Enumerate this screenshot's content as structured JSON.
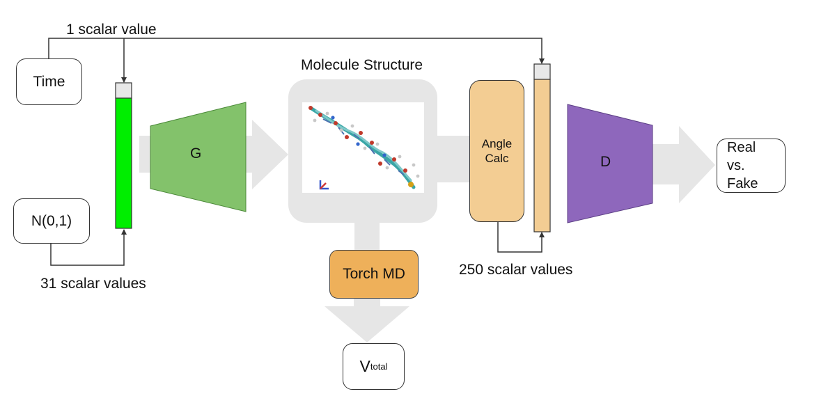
{
  "inputs": {
    "time_label": "Time",
    "noise_label": "N(0,1)",
    "time_scalar_label": "1 scalar value",
    "noise_scalar_label": "31 scalar values"
  },
  "generator": {
    "label": "G"
  },
  "molecule": {
    "title": "Molecule Structure"
  },
  "angle_calc": {
    "line1": "Angle",
    "line2": "Calc"
  },
  "angle_scalar_label": "250 scalar values",
  "discriminator": {
    "label": "D"
  },
  "output": {
    "line1": "Real",
    "line2": "vs.",
    "line3": "Fake"
  },
  "torch_md": {
    "label": "Torch MD"
  },
  "energy": {
    "symbol": "V",
    "subscript": "total"
  },
  "colors": {
    "generator_fill": "#83c26b",
    "generator_vector_fill": "#00ee00",
    "discriminator_fill": "#8e67bc",
    "angle_fill": "#f3cd93",
    "torch_fill": "#eeb05a",
    "flow_arrow": "#e6e6e6"
  }
}
